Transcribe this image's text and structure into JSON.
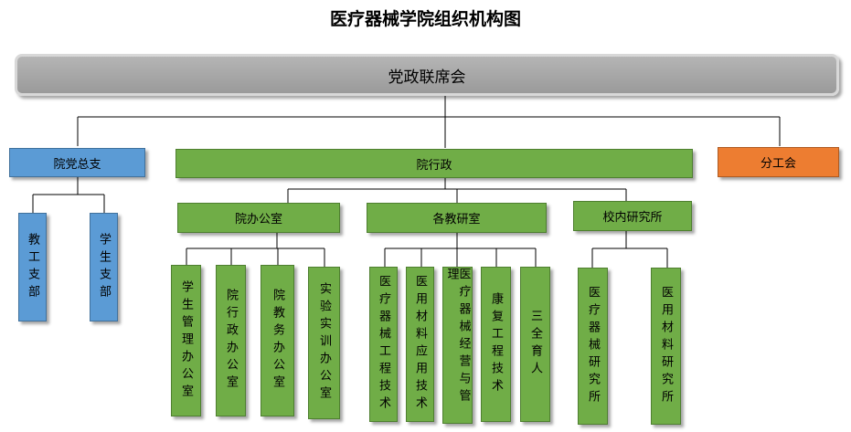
{
  "title": "医疗器械学院组织机构图",
  "top": "党政联席会",
  "party": {
    "label": "院党总支",
    "children": [
      "教工支部",
      "学生支部"
    ]
  },
  "admin": {
    "label": "院行政",
    "groups": [
      {
        "label": "院办公室",
        "children": [
          "学生管理办公室",
          "院行政办公室",
          "院教务办公室",
          "实验实训办公室"
        ]
      },
      {
        "label": "各教研室",
        "children": [
          "医疗器械工程技术",
          "医用材料应用技术",
          "医疗器械经营与管理",
          "康复工程技术",
          "三全育人"
        ]
      },
      {
        "label": "校内研究所",
        "children": [
          "医疗器械研究所",
          "医用材料研究所"
        ]
      }
    ]
  },
  "union": {
    "label": "分工会"
  },
  "colors": {
    "gray": "#a6a6a6",
    "blue": "#5b9bd5",
    "green": "#70ad47",
    "orange": "#ed7d31"
  }
}
